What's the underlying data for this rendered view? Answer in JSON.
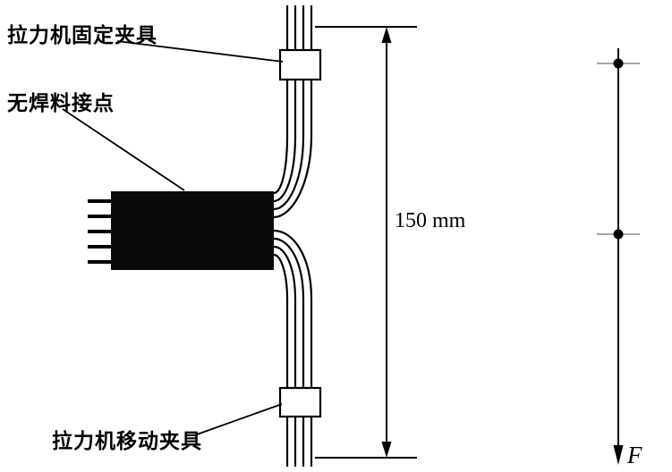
{
  "diagram": {
    "labels": {
      "fixed_clamp": "拉力机固定夹具",
      "solderless_joint": "无焊料接点",
      "moving_clamp": "拉力机移动夹具",
      "dimension": "150 mm",
      "force": "F"
    },
    "colors": {
      "ink": "#000000",
      "block_fill": "#0a0a0a",
      "background": "#ffffff",
      "tick_gray": "#8a8a8a"
    }
  }
}
